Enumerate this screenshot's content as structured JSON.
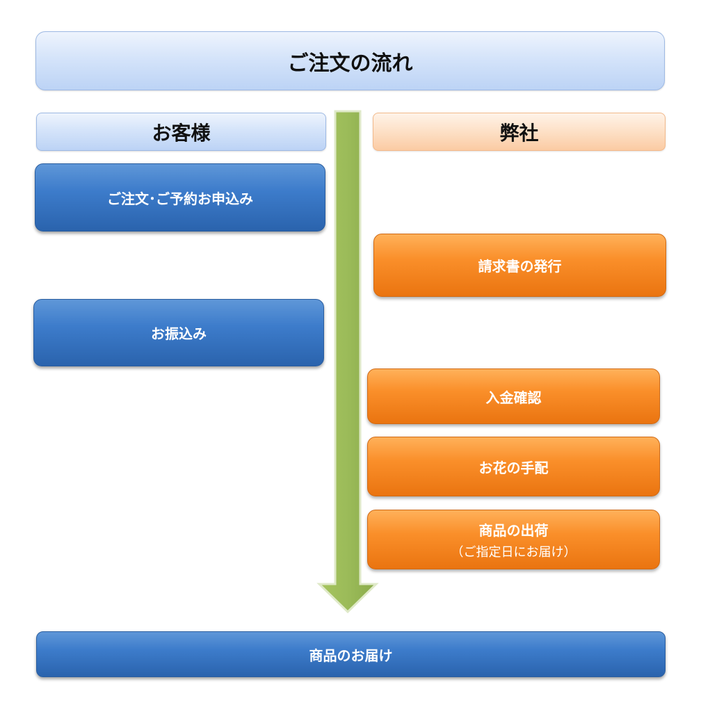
{
  "title": "ご注文の流れ",
  "columns": {
    "customer": "お客様",
    "company": "弊社"
  },
  "customer_steps": {
    "order": "ご注文･ご予約お申込み",
    "payment": "お振込み"
  },
  "company_steps": {
    "invoice": "請求書の発行",
    "payment_check": "入金確認",
    "flower_arrange": "お花の手配",
    "shipping": "商品の出荷",
    "shipping_note": "（ご指定日にお届け）"
  },
  "final_step": "商品のお届け",
  "colors": {
    "blue": "#3d7ccb",
    "light_blue": "#d5e4fa",
    "orange": "#fa8f2a",
    "light_orange": "#fde0c6",
    "arrow_green": "#9bbb59"
  }
}
